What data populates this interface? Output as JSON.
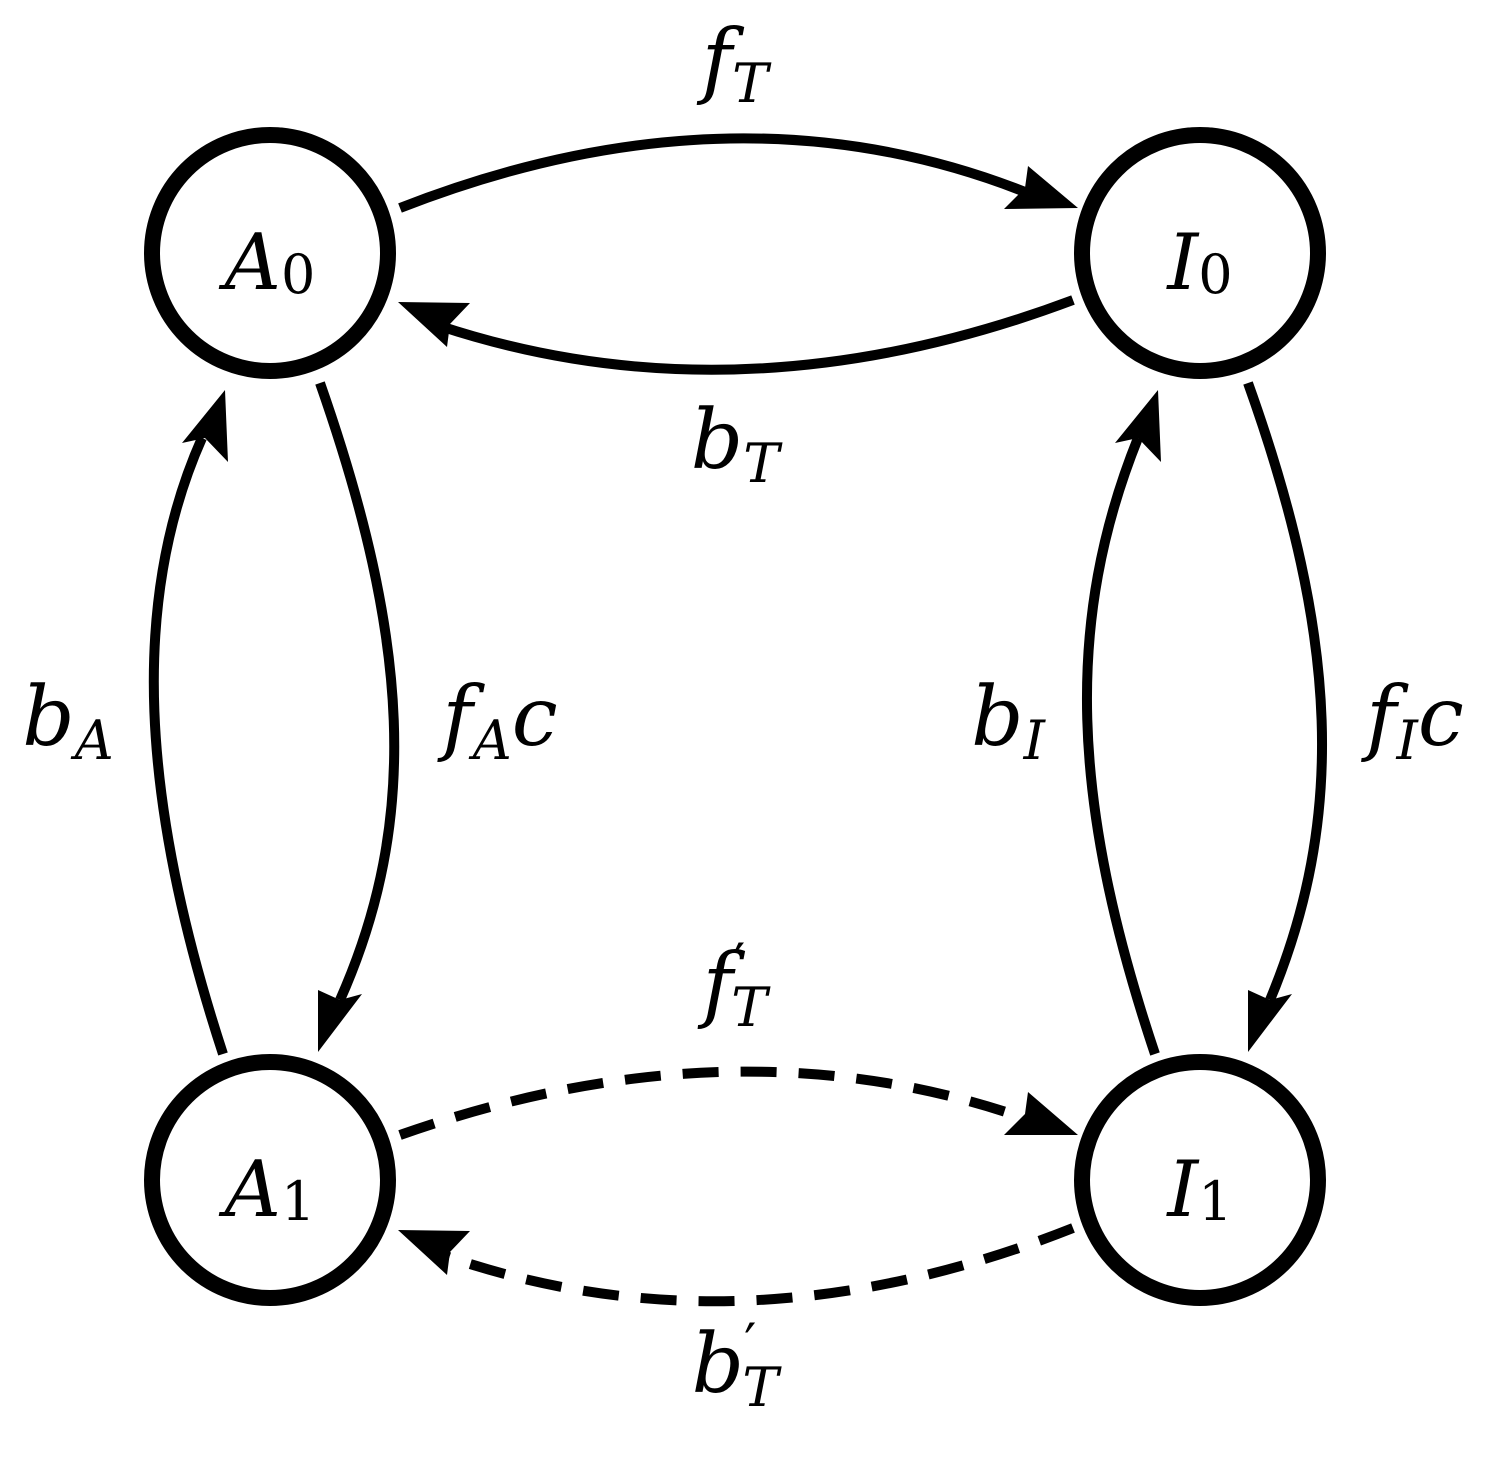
{
  "diagram": {
    "nodes": {
      "A0": {
        "main": "A",
        "sub": "0"
      },
      "I0": {
        "main": "I",
        "sub": "0"
      },
      "A1": {
        "main": "A",
        "sub": "1"
      },
      "I1": {
        "main": "I",
        "sub": "1"
      }
    },
    "edges": {
      "A0_to_I0": {
        "main": "f",
        "sub": "T",
        "prime": "",
        "tail": "",
        "style": "solid"
      },
      "I0_to_A0": {
        "main": "b",
        "sub": "T",
        "prime": "",
        "tail": "",
        "style": "solid"
      },
      "A1_to_A0": {
        "main": "b",
        "sub": "A",
        "prime": "",
        "tail": "",
        "style": "solid"
      },
      "A0_to_A1": {
        "main": "f",
        "sub": "A",
        "prime": "",
        "tail": "c",
        "style": "solid"
      },
      "I1_to_I0": {
        "main": "b",
        "sub": "I",
        "prime": "",
        "tail": "",
        "style": "solid"
      },
      "I0_to_I1": {
        "main": "f",
        "sub": "I",
        "prime": "",
        "tail": "c",
        "style": "solid"
      },
      "A1_to_I1": {
        "main": "f",
        "sub": "T",
        "prime": "′",
        "tail": "",
        "style": "dashed"
      },
      "I1_to_A1": {
        "main": "b",
        "sub": "T",
        "prime": "′",
        "tail": "",
        "style": "dashed"
      }
    }
  }
}
